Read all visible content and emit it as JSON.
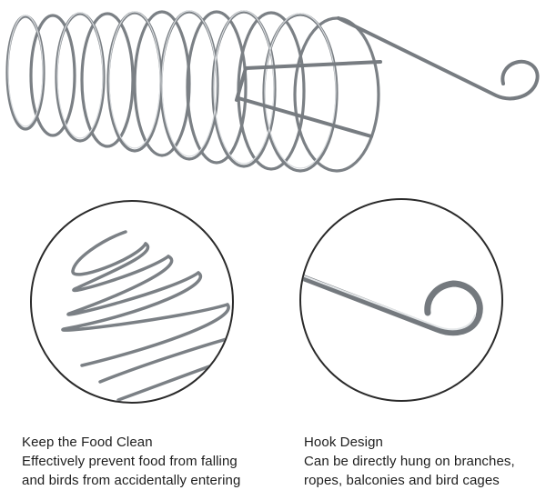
{
  "captions": {
    "left": {
      "title": "Keep the Food Clean",
      "line1": "Effectively prevent food from falling",
      "line2": "and birds from accidentally entering"
    },
    "right": {
      "title": "Hook Design",
      "line1": "Can be directly hung on branches,",
      "line2": "ropes, balconies and bird cages"
    }
  },
  "colors": {
    "background": "#ffffff",
    "metal_dark": "#6f7378",
    "metal_light": "#e6e8ea",
    "circle_outline": "#2a2a2a",
    "text": "#1d1d1d"
  }
}
